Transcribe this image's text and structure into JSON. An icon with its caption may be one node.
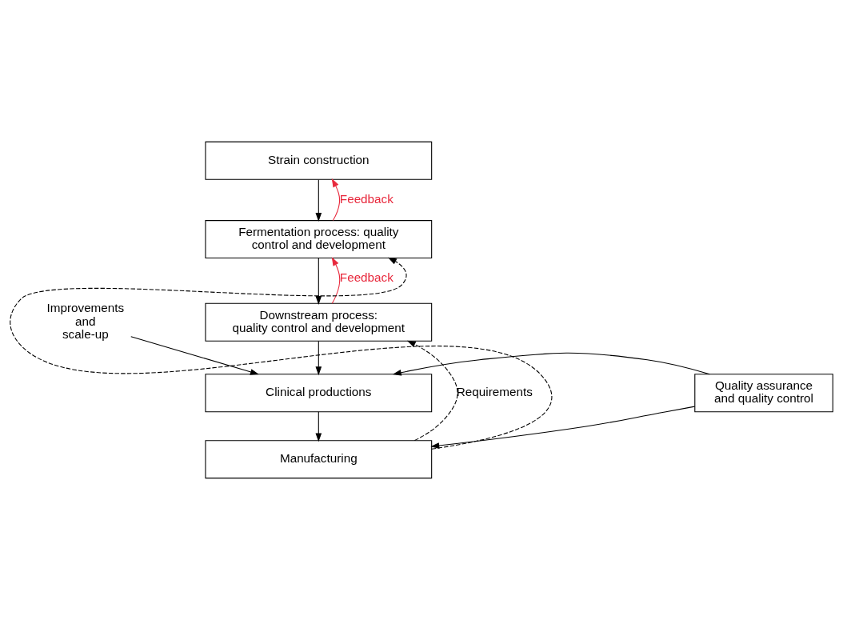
{
  "diagram": {
    "nodes": [
      {
        "text": [
          "Strain construction"
        ]
      },
      {
        "text": [
          "Fermentation process: quality control and development"
        ]
      },
      {
        "text": [
          "Downstream process: quality control and development"
        ]
      },
      {
        "text": [
          "Clinical productions"
        ]
      },
      {
        "text": [
          "Manufacturing"
        ]
      },
      {
        "text": [
          "Quality assurance and quality control"
        ]
      },
      {
        "text": [
          "Improvements and scale-up"
        ]
      }
    ],
    "edges": [
      {
        "from": 0,
        "to": 1,
        "arrow": "to"
      },
      {
        "from": 1,
        "to": 2,
        "arrow": "to"
      },
      {
        "from": 2,
        "to": 3,
        "arrow": "to"
      },
      {
        "from": 3,
        "to": 4,
        "arrow": "to"
      },
      {
        "from": 1,
        "to": 0,
        "arrow": "to",
        "label": "Feedback",
        "color": "#e8283c"
      },
      {
        "from": 2,
        "to": 1,
        "arrow": "to",
        "label": "Feedback",
        "color": "#e8283c"
      },
      {
        "from": 4,
        "to": 1,
        "arrow": "to",
        "style": "dashed"
      },
      {
        "from": 4,
        "to": 2,
        "arrow": "to",
        "style": "dashed",
        "label": "Requirements"
      },
      {
        "from": 5,
        "to": 3,
        "arrow": "to"
      },
      {
        "from": 5,
        "to": 4,
        "arrow": "to"
      },
      {
        "from": 6,
        "to": 3,
        "arrow": "to"
      }
    ]
  }
}
